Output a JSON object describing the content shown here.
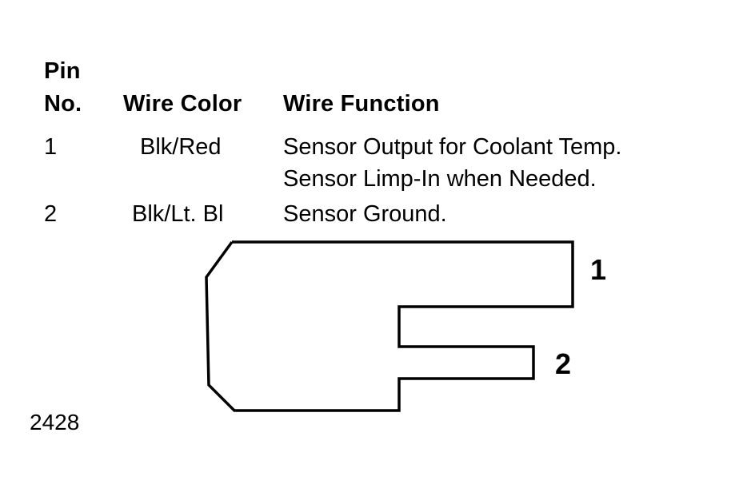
{
  "table": {
    "headers": {
      "pin_line1": "Pin",
      "pin_line2": "No.",
      "wire_color": "Wire Color",
      "wire_function": "Wire Function"
    },
    "rows": [
      {
        "pin": "1",
        "color": "Blk/Red",
        "function_lines": [
          "Sensor Output for Coolant Temp.",
          "Sensor Limp-In when Needed."
        ]
      },
      {
        "pin": "2",
        "color": "Blk/Lt. Bl",
        "function_lines": [
          "Sensor Ground."
        ]
      }
    ]
  },
  "connector": {
    "pin1_label": "1",
    "pin2_label": "2"
  },
  "figure_number": "2428"
}
